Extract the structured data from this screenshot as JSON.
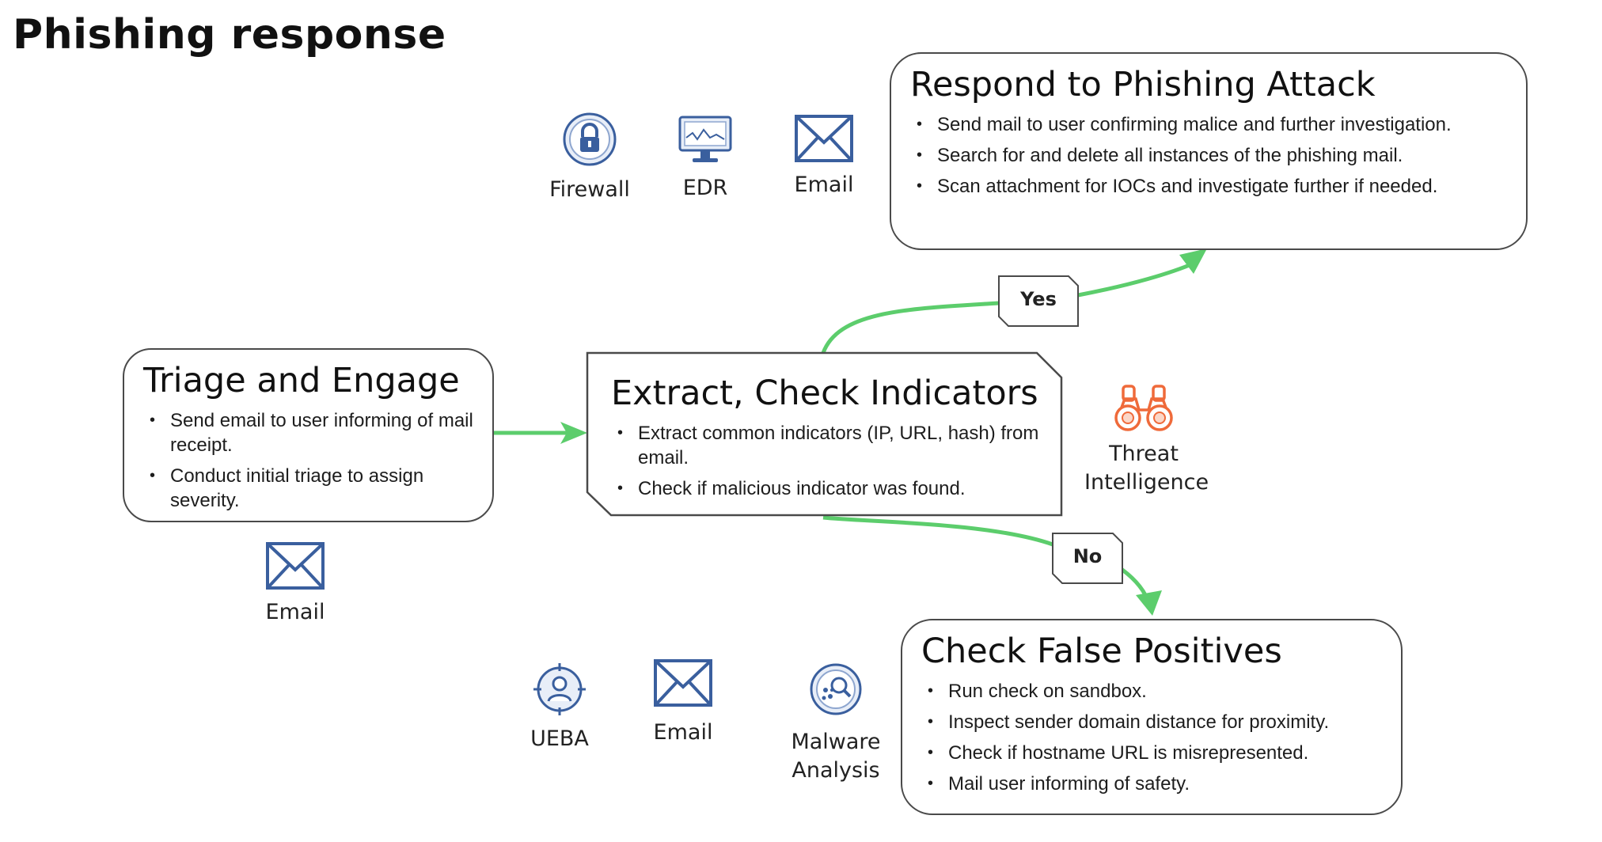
{
  "page_title": "Phishing response",
  "colors": {
    "connector": "#5ccd6c",
    "box_border": "#4a4a4a",
    "icon_blue": "#3a5f9e",
    "icon_orange": "#ef6a3a"
  },
  "nodes": {
    "triage": {
      "title": "Triage and Engage",
      "bullets": [
        "Send email to user informing of mail receipt.",
        "Conduct initial triage to assign severity."
      ]
    },
    "extract": {
      "title": "Extract, Check Indicators",
      "bullets": [
        "Extract common indicators (IP, URL, hash) from email.",
        "Check if malicious indicator was found."
      ]
    },
    "respond": {
      "title": "Respond to Phishing Attack",
      "bullets": [
        "Send mail to user confirming malice and further investigation.",
        "Search for and delete all instances of the phishing mail.",
        "Scan attachment for IOCs and investigate further if needed."
      ]
    },
    "check_fp": {
      "title": "Check False Positives",
      "bullets": [
        "Run check on sandbox.",
        "Inspect sender domain distance for proximity.",
        "Check if hostname URL is misrepresented.",
        "Mail user informing of safety."
      ]
    }
  },
  "edges": {
    "yes_label": "Yes",
    "no_label": "No"
  },
  "tools": {
    "respond": [
      {
        "label": "Firewall",
        "icon": "firewall-lock-icon"
      },
      {
        "label": "EDR",
        "icon": "monitor-icon"
      },
      {
        "label": "Email",
        "icon": "envelope-icon"
      }
    ],
    "triage": [
      {
        "label": "Email",
        "icon": "envelope-icon"
      }
    ],
    "extract": [
      {
        "label": "Threat Intelligence",
        "icon": "binoculars-icon"
      }
    ],
    "check_fp": [
      {
        "label": "UEBA",
        "icon": "user-target-icon"
      },
      {
        "label": "Email",
        "icon": "envelope-icon"
      },
      {
        "label": "Malware Analysis",
        "icon": "malware-scan-icon"
      }
    ]
  }
}
